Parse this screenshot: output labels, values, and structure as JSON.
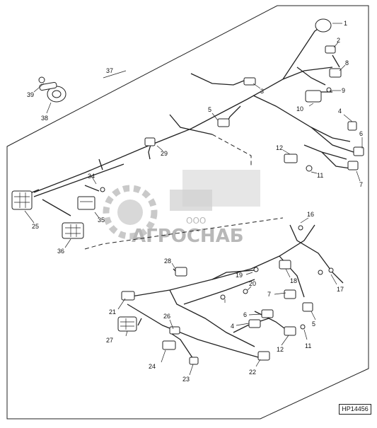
{
  "diagram": {
    "reference_code": "HP14456",
    "callouts": [
      "1",
      "2",
      "3",
      "4",
      "5",
      "6",
      "7",
      "8",
      "9",
      "10",
      "11",
      "12",
      "16",
      "17",
      "18",
      "19",
      "20",
      "21",
      "22",
      "23",
      "24",
      "25",
      "26",
      "27",
      "28",
      "29",
      "34",
      "35",
      "36",
      "37",
      "38",
      "39",
      "4",
      "5",
      "6",
      "7",
      "11",
      "12"
    ],
    "watermark": {
      "company_prefix": "ООО",
      "company_name": "АГРОСНАБ"
    }
  }
}
